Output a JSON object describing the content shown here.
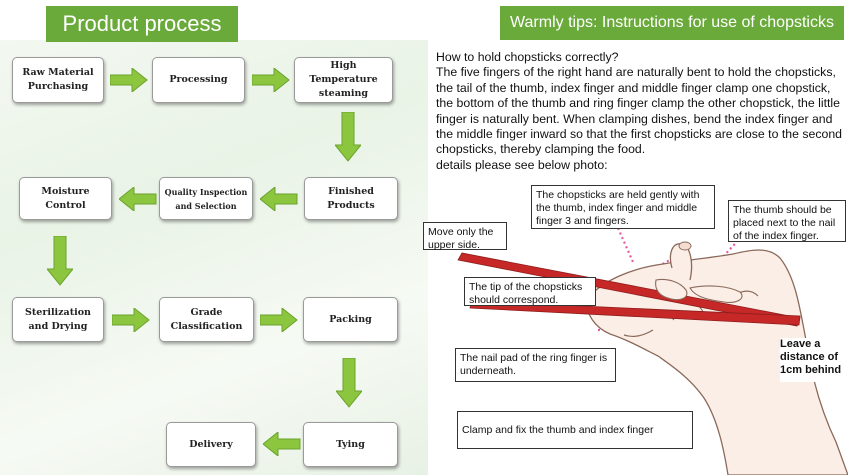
{
  "left_header": "Product process",
  "right_header": "Warmly tips: Instructions for use of chopsticks",
  "process_steps": {
    "raw_material": "Raw Material\nPurchasing",
    "processing": "Processing",
    "high_temp": "High Temperature\nsteaming",
    "finished": "Finished\nProducts",
    "quality": "Quality Inspection\nand Selection",
    "moisture": "Moisture\nControl",
    "sterilization": "Sterilization\nand Drying",
    "grade": "Grade\nClassification",
    "packing": "Packing",
    "tying": "Tying",
    "delivery": "Delivery"
  },
  "instructions": {
    "question": "How to hold chopsticks correctly?",
    "body": "The five fingers of the right hand are naturally bent to hold the chopsticks, the tail of the thumb, index finger and middle finger clamp one chopstick, the bottom of the thumb and ring finger clamp the other chopstick, the little finger is naturally bent. When clamping dishes, bend the index finger and the middle finger inward so that the first chopsticks are close to the second chopsticks, thereby clamping the food.",
    "details": "details please see below photo:"
  },
  "callouts": {
    "held_gently": "The chopsticks are held gently with the thumb, index finger and middle finger 3 and fingers.",
    "thumb_nail": "The thumb should be placed next to the nail of the index finger.",
    "move_upper": "Move only the upper side.",
    "tip": "The tip of the chopsticks should correspond.",
    "ring_nail": "The nail pad of the ring finger is underneath.",
    "leave_distance": "Leave a distance of 1cm behind",
    "clamp_fix": "Clamp and fix the thumb and index finger"
  },
  "colors": {
    "header_green": "#6aaa3a",
    "arrow_green": "#8cc63f",
    "chopstick_red": "#c62828",
    "dots_pink": "#e05aa8"
  }
}
